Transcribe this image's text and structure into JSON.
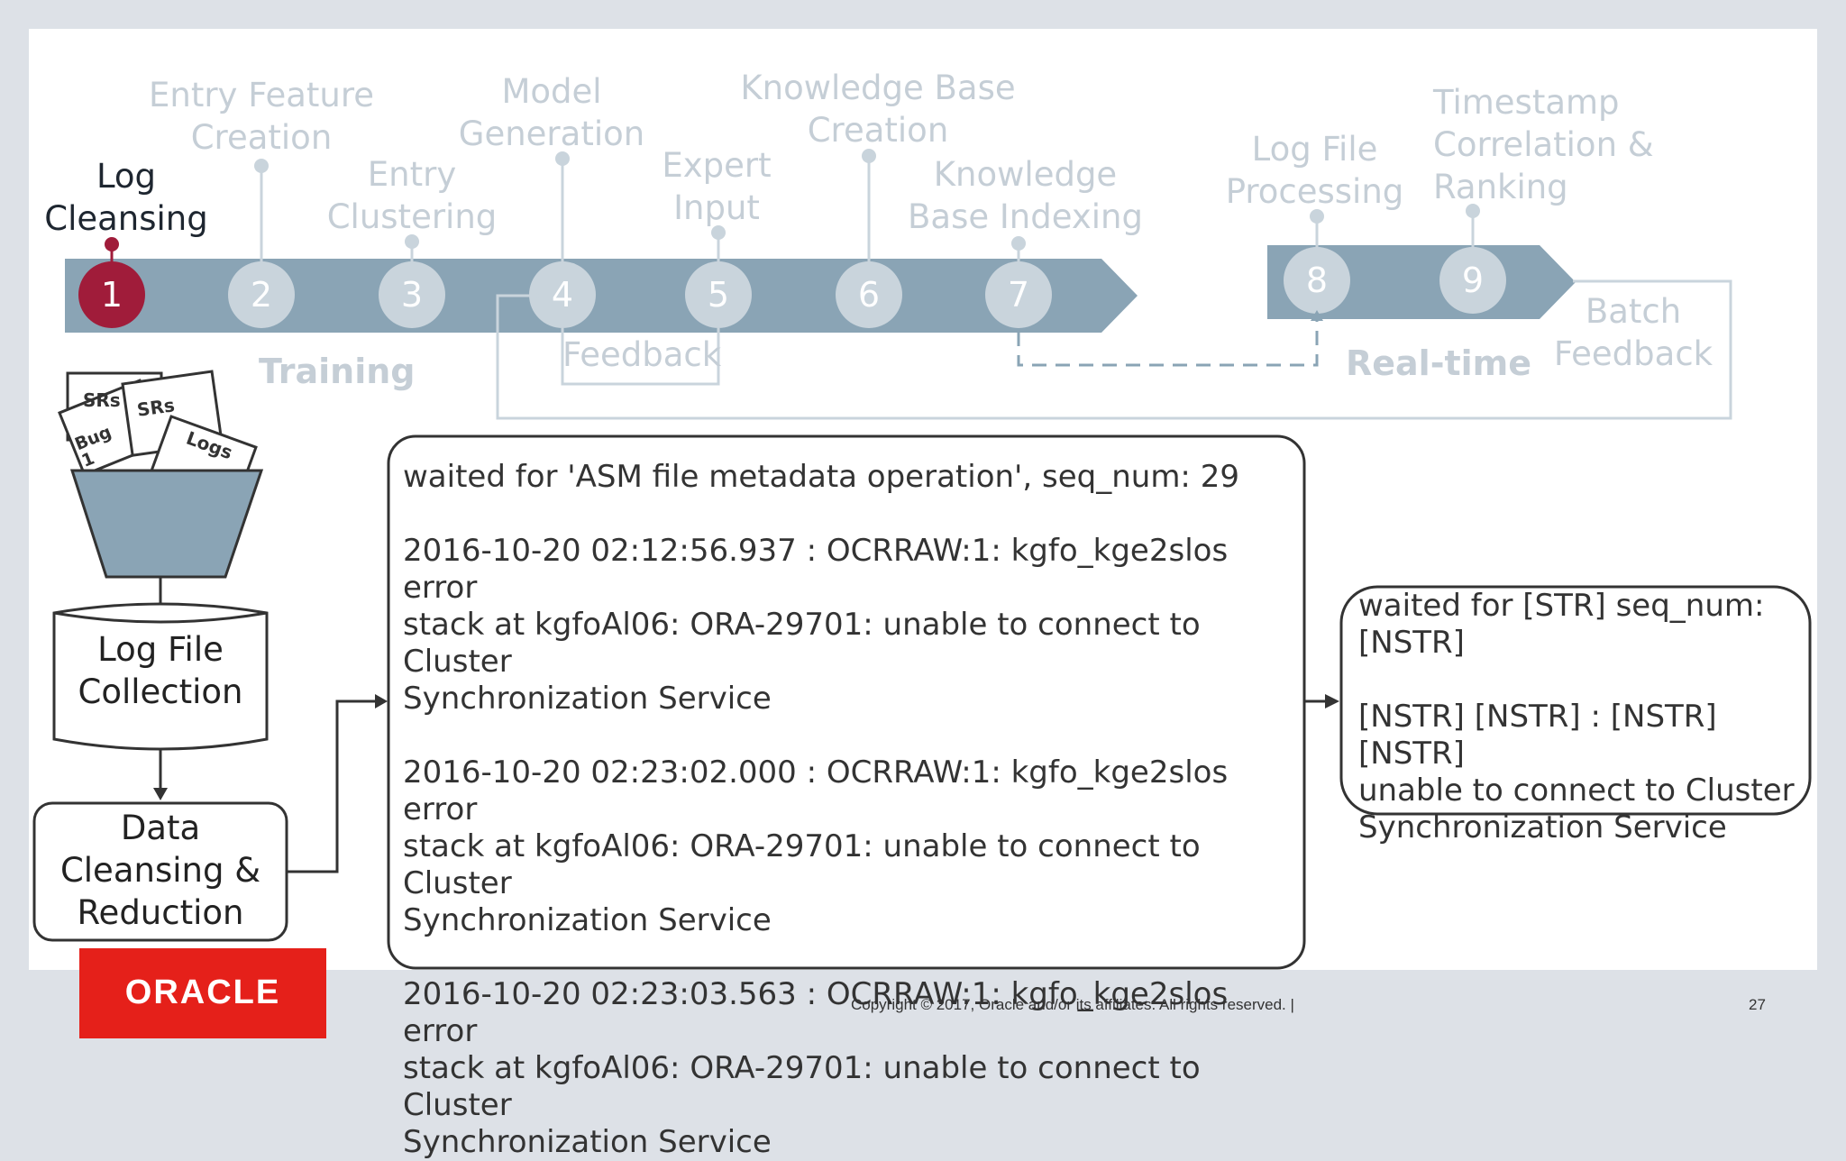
{
  "pipeline": {
    "steps": [
      {
        "num": "1",
        "label_lines": [
          "Log",
          "Cleansing"
        ],
        "active": true
      },
      {
        "num": "2",
        "label_lines": [
          "Entry Feature",
          "Creation"
        ],
        "active": false
      },
      {
        "num": "3",
        "label_lines": [
          "Entry",
          "Clustering"
        ],
        "active": false
      },
      {
        "num": "4",
        "label_lines": [
          "Model",
          "Generation"
        ],
        "active": false
      },
      {
        "num": "5",
        "label_lines": [
          "Expert",
          "Input"
        ],
        "active": false
      },
      {
        "num": "6",
        "label_lines": [
          "Knowledge Base",
          "Creation"
        ],
        "active": false
      },
      {
        "num": "7",
        "label_lines": [
          "Knowledge",
          "Base Indexing"
        ],
        "active": false
      },
      {
        "num": "8",
        "label_lines": [
          "Log File",
          "Processing"
        ],
        "active": false
      },
      {
        "num": "9",
        "label_lines": [
          "Timestamp",
          "Correlation &",
          "Ranking"
        ],
        "active": false
      }
    ],
    "training_label": "Training",
    "realtime_label": "Real-time",
    "feedback_label": "Feedback",
    "batch_feedback_lines": [
      "Batch",
      "Feedback"
    ]
  },
  "funnel": {
    "doc_labels": [
      "SRs",
      "SRs",
      "Bug 1",
      "Logs"
    ]
  },
  "log_collection_lines": [
    "Log File",
    "Collection"
  ],
  "data_cleansing_lines": [
    "Data",
    "Cleansing &",
    "Reduction"
  ],
  "raw_log_text": "waited for 'ASM file metadata operation', seq_num: 29\n\n2016-10-20 02:12:56.937 :  OCRRAW:1: kgfo_kge2slos error\nstack at kgfoAl06: ORA-29701: unable to connect to Cluster\nSynchronization Service\n\n2016-10-20 02:23:02.000 :  OCRRAW:1: kgfo_kge2slos error\nstack at kgfoAl06: ORA-29701: unable to connect to Cluster\nSynchronization Service\n\n2016-10-20 02:23:03.563 :  OCRRAW:1: kgfo_kge2slos error\nstack at kgfoAl06: ORA-29701: unable to connect to Cluster\nSynchronization Service",
  "template_text": "waited for [STR]  seq_num:\n[NSTR]\n\n[NSTR] [NSTR] : [NSTR] [NSTR]\nunable to connect to Cluster\nSynchronization Service",
  "footer": {
    "logo_text": "ORACLE",
    "copyright": "Copyright © 2017, Oracle and/or its affiliates. All rights reserved.  |",
    "page_number": "27"
  },
  "colors": {
    "pipeline_arrow": "#8aa4b5",
    "inactive_circle": "#c9d4dc",
    "active_circle": "#a01c3a",
    "inactive_text": "#c5ced6",
    "oracle_red": "#e5201a"
  }
}
